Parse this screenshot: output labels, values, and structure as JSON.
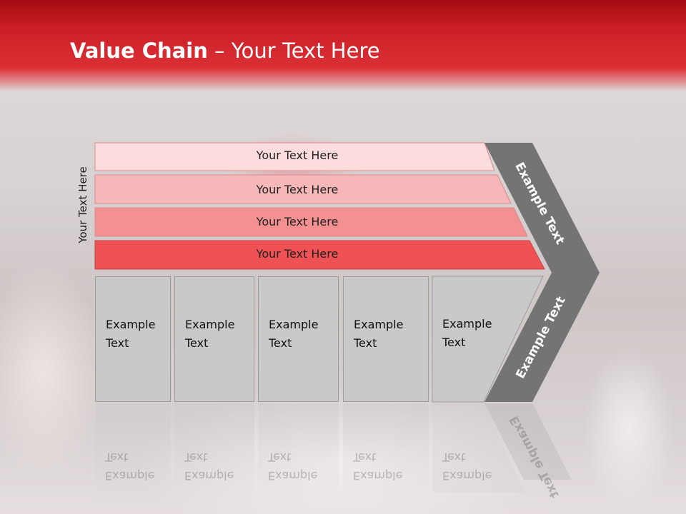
{
  "slide": {
    "title_bold": "Value Chain",
    "title_rest": " – Your Text Here",
    "side_label": "Your Text Here"
  },
  "bars": [
    {
      "label": "Your Text Here",
      "color": "#fcdcdd"
    },
    {
      "label": "Your Text Here",
      "color": "#f6b7b8"
    },
    {
      "label": "Your Text Here",
      "color": "#f39192"
    },
    {
      "label": "Your Text Here",
      "color": "#ee5255"
    }
  ],
  "boxes": [
    {
      "line1": "Example",
      "line2": "Text"
    },
    {
      "line1": "Example",
      "line2": "Text"
    },
    {
      "line1": "Example",
      "line2": "Text"
    },
    {
      "line1": "Example",
      "line2": "Text"
    },
    {
      "line1": "Example",
      "line2": "Text"
    }
  ],
  "chevron": {
    "upper_label": "Example Text",
    "lower_label": "Example Text",
    "color": "#747474"
  }
}
